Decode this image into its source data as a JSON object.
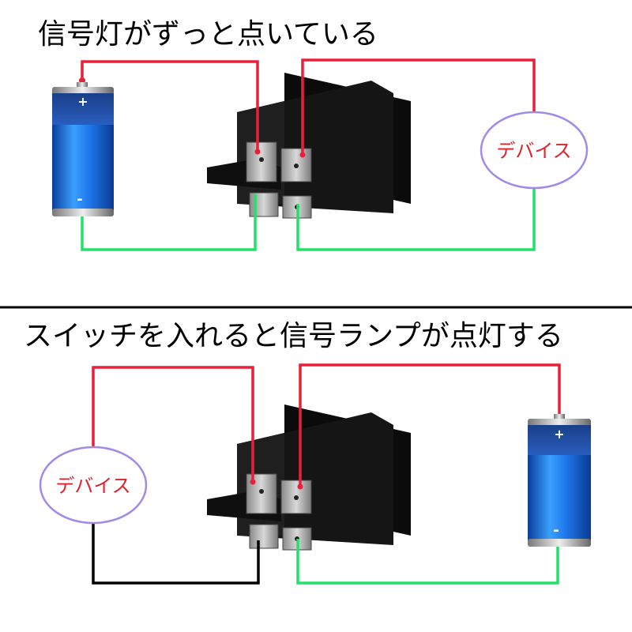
{
  "panels": [
    {
      "caption": "信号灯がずっと点いている",
      "device_label": "デバイス",
      "battery": {
        "plus": "+",
        "minus": "-"
      }
    },
    {
      "caption": "スイッチを入れると信号ランプが点灯する",
      "device_label": "デバイス",
      "battery": {
        "plus": "+",
        "minus": "-"
      }
    }
  ],
  "colors": {
    "positive_wire": "#e8203a",
    "negative_wire": "#22e06a",
    "black_wire": "#000000",
    "device_outline": "#a08be8",
    "device_text": "#e0202a",
    "battery_blue": "#1f7ee8",
    "divider": "#000000"
  }
}
